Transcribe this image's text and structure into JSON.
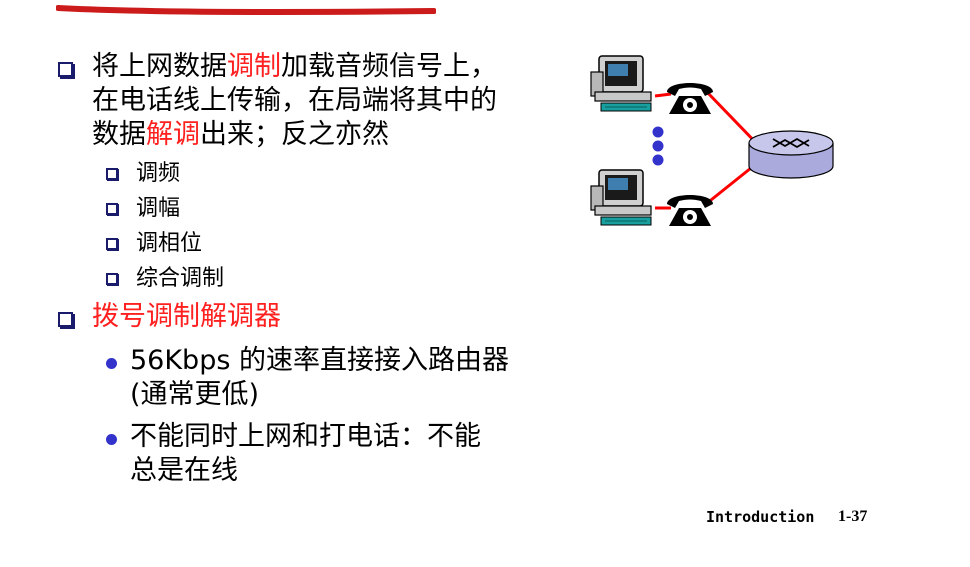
{
  "colors": {
    "accent_red": "#ff2020",
    "bullet_blue": "#3333cc",
    "line_red": "#ff0000"
  },
  "bullets": [
    {
      "level": 1,
      "parts": [
        "将上网数据",
        "调制",
        "加载音频信号上，",
        "在电话线上传输，在局端将其中的",
        "数据",
        "解调",
        "出来；反之亦然"
      ]
    },
    {
      "level": 2,
      "text": "调频"
    },
    {
      "level": 2,
      "text": "调幅"
    },
    {
      "level": 2,
      "text": "调相位"
    },
    {
      "level": 2,
      "text": "综合调制"
    },
    {
      "level": 1,
      "text": "拨号调制解调器"
    },
    {
      "level": 3,
      "lines": [
        "56Kbps 的速率直接接入路由器",
        "(通常更低)"
      ]
    },
    {
      "level": 3,
      "lines": [
        "不能同时上网和打电话：不能",
        "总是在线"
      ]
    }
  ],
  "footer": {
    "label": "Introduction",
    "page": "1-37"
  },
  "icons": [
    "computer-icon",
    "telephone-icon",
    "router-icon",
    "ellipsis-dots-icon"
  ]
}
